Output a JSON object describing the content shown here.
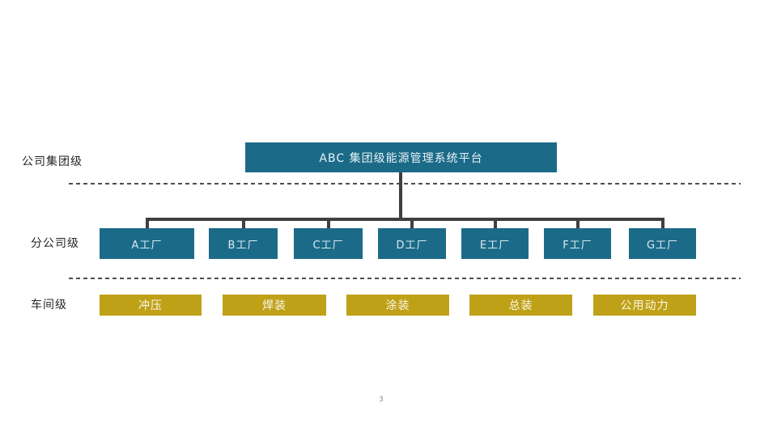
{
  "page": {
    "page_number": "3"
  },
  "diagram": {
    "type": "org-chart",
    "levels": [
      {
        "label": "公司集团级"
      },
      {
        "label": "分公司级"
      },
      {
        "label": "车间级"
      }
    ],
    "root": {
      "label": "ABC 集团级能源管理系统平台"
    },
    "factories": [
      {
        "label": "A工厂"
      },
      {
        "label": "B工厂"
      },
      {
        "label": "C工厂"
      },
      {
        "label": "D工厂"
      },
      {
        "label": "E工厂"
      },
      {
        "label": "F工厂"
      },
      {
        "label": "G工厂"
      }
    ],
    "workshops": [
      {
        "label": "冲压"
      },
      {
        "label": "焊装"
      },
      {
        "label": "涂装"
      },
      {
        "label": "总装"
      },
      {
        "label": "公用动力"
      }
    ],
    "colors": {
      "node_primary": "#1b6b88",
      "node_secondary": "#bfa118",
      "connector": "#3f3f3f",
      "dashed_divider": "#4d4d4d",
      "label_text": "#262626"
    }
  }
}
